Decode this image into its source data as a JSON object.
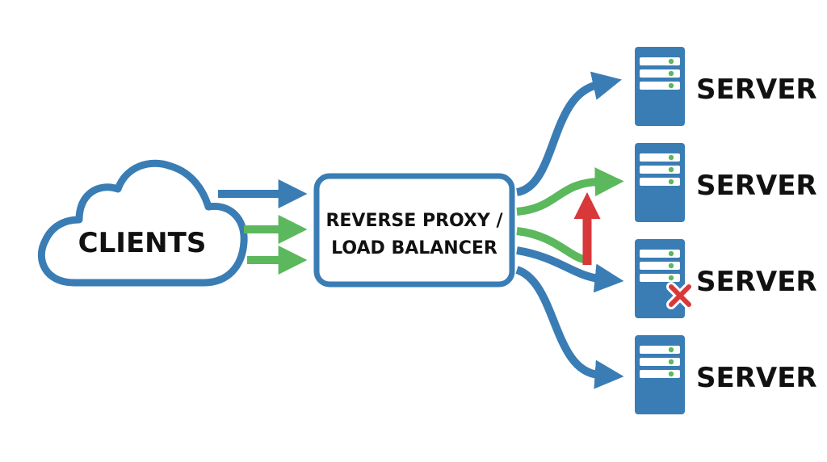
{
  "colors": {
    "blue": "#3a7db5",
    "green": "#5cb85c",
    "red": "#d9383a",
    "text": "#111111",
    "background": "#ffffff"
  },
  "clients": {
    "label": "CLIENTS",
    "icon": "cloud-icon"
  },
  "proxy": {
    "line1": "REVERSE PROXY /",
    "line2": "LOAD BALANCER"
  },
  "servers": [
    {
      "label": "SERVER",
      "icon": "server-icon",
      "status": "up"
    },
    {
      "label": "SERVER",
      "icon": "server-icon",
      "status": "up"
    },
    {
      "label": "SERVER",
      "icon": "server-icon",
      "status": "failed"
    },
    {
      "label": "SERVER",
      "icon": "server-icon",
      "status": "up"
    }
  ]
}
